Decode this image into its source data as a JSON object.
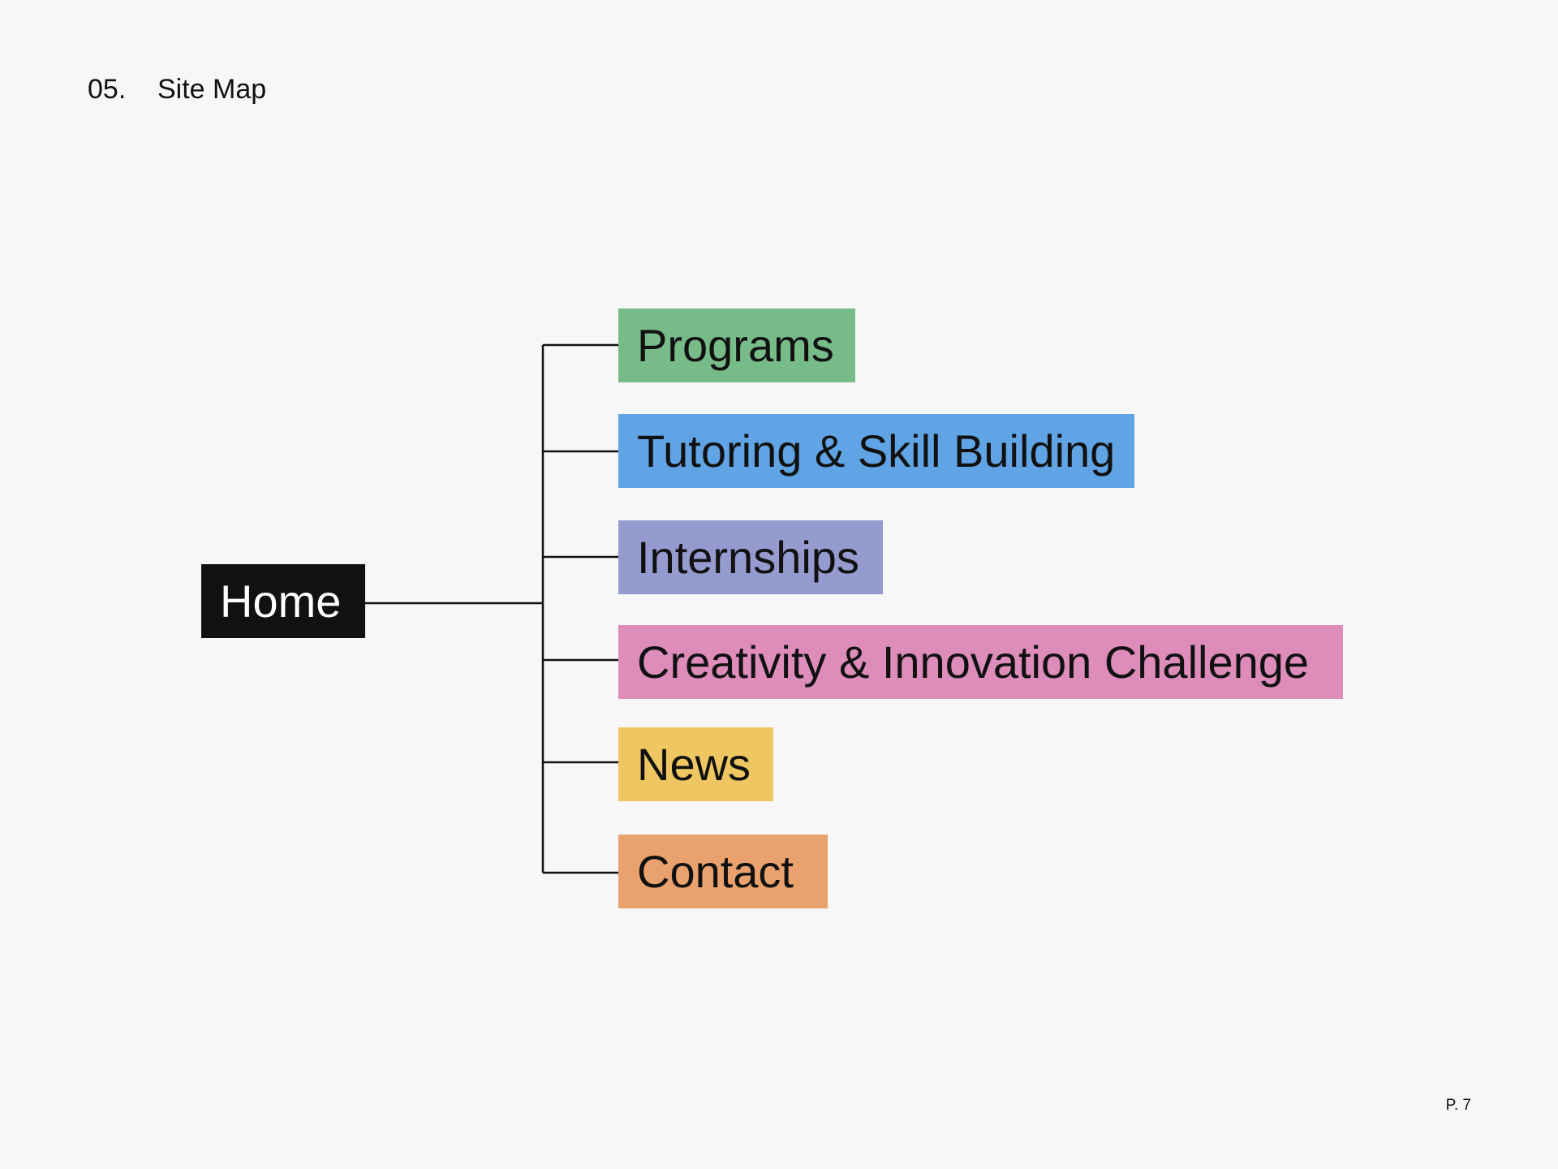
{
  "header": {
    "section_number": "05.",
    "title": "Site Map"
  },
  "colors": {
    "background": "#f7f7f7",
    "connector": "#111111",
    "text": "#111111"
  },
  "sitemap": {
    "root": {
      "label": "Home",
      "color": "#111111",
      "text_color": "#ffffff"
    },
    "children": [
      {
        "label": "Programs",
        "color": "#77bb88"
      },
      {
        "label": "Tutoring & Skill Building",
        "color": "#60a4e5"
      },
      {
        "label": "Internships",
        "color": "#969bcf"
      },
      {
        "label": "Creativity & Innovation Challenge",
        "color": "#de8cba"
      },
      {
        "label": "News",
        "color": "#eec662"
      },
      {
        "label": "Contact",
        "color": "#e9a26d"
      }
    ]
  },
  "footer": {
    "page_number": "P. 7"
  }
}
